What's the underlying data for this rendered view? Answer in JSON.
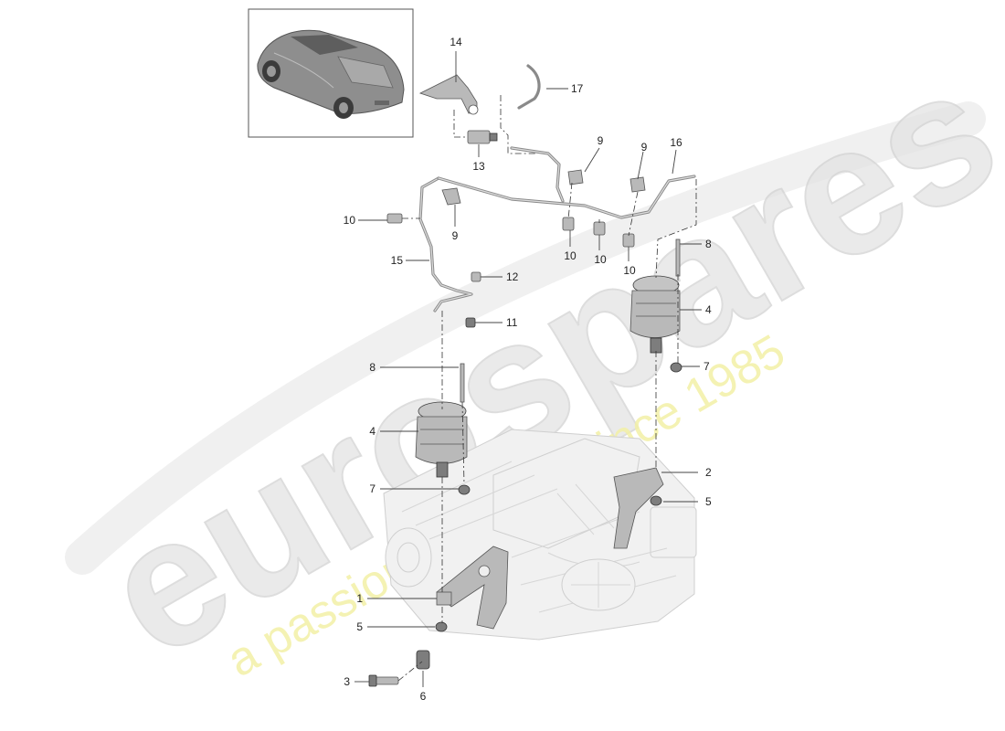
{
  "watermark": {
    "brand": "eurospares",
    "slogan": "a passion for parts since 1985",
    "brand_color": "#d9d9d9",
    "slogan_color": "#f1ef9c"
  },
  "thumbnail": {
    "icon": "car-icon"
  },
  "callouts": [
    {
      "id": "c14",
      "label": "14"
    },
    {
      "id": "c17",
      "label": "17"
    },
    {
      "id": "c13",
      "label": "13"
    },
    {
      "id": "c9a",
      "label": "9"
    },
    {
      "id": "c9b",
      "label": "9"
    },
    {
      "id": "c16",
      "label": "16"
    },
    {
      "id": "c10a",
      "label": "10"
    },
    {
      "id": "c9c",
      "label": "9"
    },
    {
      "id": "c10b",
      "label": "10"
    },
    {
      "id": "c10c",
      "label": "10"
    },
    {
      "id": "c10d",
      "label": "10"
    },
    {
      "id": "c8a",
      "label": "8"
    },
    {
      "id": "c15",
      "label": "15"
    },
    {
      "id": "c12",
      "label": "12"
    },
    {
      "id": "c4a",
      "label": "4"
    },
    {
      "id": "c11",
      "label": "11"
    },
    {
      "id": "c7a",
      "label": "7"
    },
    {
      "id": "c8b",
      "label": "8"
    },
    {
      "id": "c4b",
      "label": "4"
    },
    {
      "id": "c2",
      "label": "2"
    },
    {
      "id": "c7b",
      "label": "7"
    },
    {
      "id": "c5a",
      "label": "5"
    },
    {
      "id": "c1",
      "label": "1"
    },
    {
      "id": "c5b",
      "label": "5"
    },
    {
      "id": "c3",
      "label": "3"
    },
    {
      "id": "c6",
      "label": "6"
    }
  ]
}
